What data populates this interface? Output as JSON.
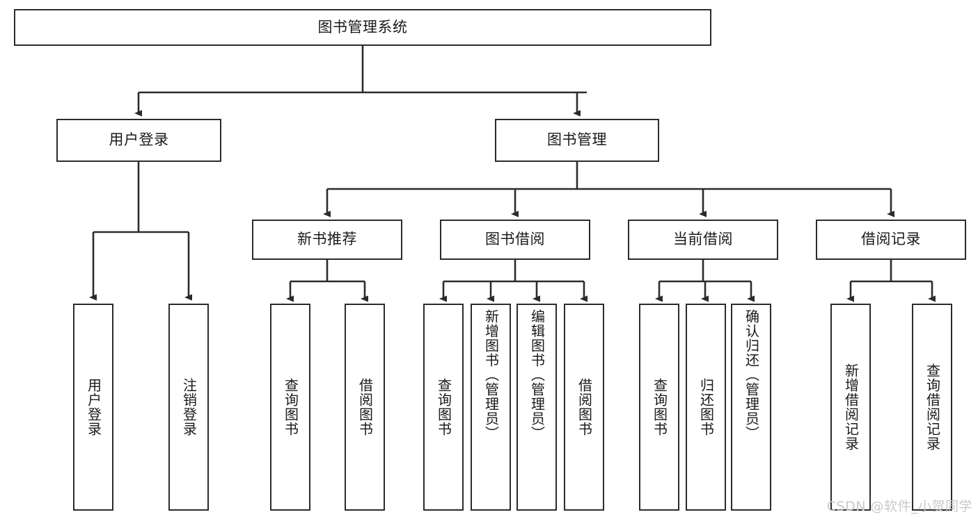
{
  "diagram": {
    "title_node": {
      "label": "图书管理系统"
    },
    "level1": [
      {
        "id": "user-login",
        "label": "用户登录"
      },
      {
        "id": "book-management",
        "label": "图书管理"
      }
    ],
    "level2": [
      {
        "id": "new-book-recommend",
        "label": "新书推荐"
      },
      {
        "id": "book-borrow",
        "label": "图书借阅"
      },
      {
        "id": "current-borrow",
        "label": "当前借阅"
      },
      {
        "id": "borrow-record",
        "label": "借阅记录"
      }
    ],
    "leaves": [
      {
        "id": "leaf-user-login",
        "label": "用户登录",
        "parent": "user-login"
      },
      {
        "id": "leaf-logout",
        "label": "注销登录",
        "parent": "user-login"
      },
      {
        "id": "leaf-query-book-1",
        "label": "查询图书",
        "parent": "new-book-recommend"
      },
      {
        "id": "leaf-borrow-book-1",
        "label": "借阅图书",
        "parent": "new-book-recommend"
      },
      {
        "id": "leaf-query-book-2",
        "label": "查询图书",
        "parent": "book-borrow"
      },
      {
        "id": "leaf-add-book",
        "label": "新增图书（管理员）",
        "parent": "book-borrow"
      },
      {
        "id": "leaf-edit-book",
        "label": "编辑图书（管理员）",
        "parent": "book-borrow"
      },
      {
        "id": "leaf-borrow-book-2",
        "label": "借阅图书",
        "parent": "book-borrow"
      },
      {
        "id": "leaf-query-book-3",
        "label": "查询图书",
        "parent": "current-borrow"
      },
      {
        "id": "leaf-return-book",
        "label": "归还图书",
        "parent": "current-borrow"
      },
      {
        "id": "leaf-confirm-return",
        "label": "确认归还（管理员）",
        "parent": "current-borrow"
      },
      {
        "id": "leaf-add-record",
        "label": "新增借阅记录",
        "parent": "borrow-record"
      },
      {
        "id": "leaf-query-record",
        "label": "查询借阅记录",
        "parent": "borrow-record"
      }
    ],
    "watermark": "CSDN @软件_小贺同学",
    "colors": {
      "stroke": "#2b2b2b",
      "fill": "#ffffff",
      "text": "#1a1a1a",
      "watermark": "#c9c9c9"
    }
  }
}
